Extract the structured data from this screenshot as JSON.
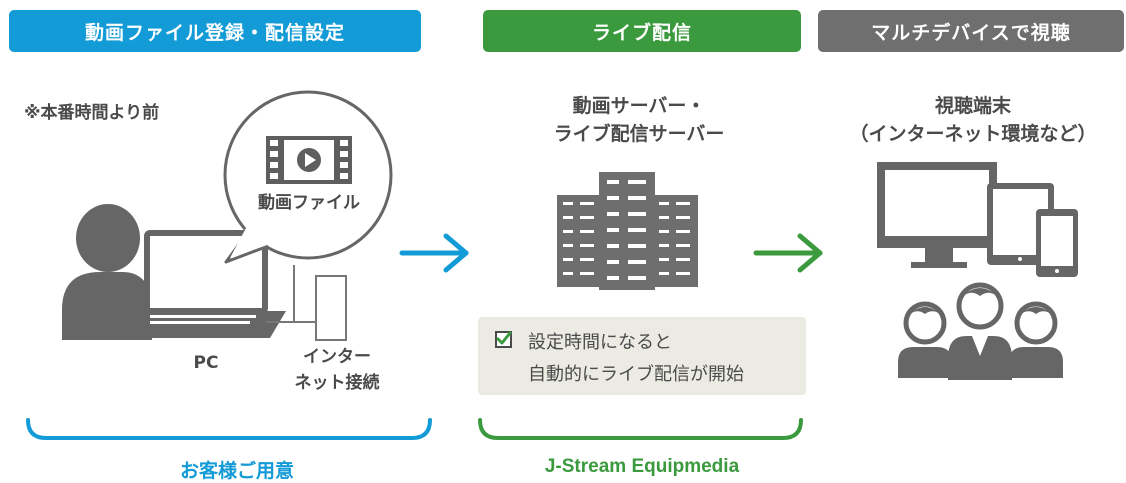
{
  "headers": {
    "upload": "動画ファイル登録・配信設定",
    "live": "ライブ配信",
    "viewing": "マルチデバイスで視聴"
  },
  "left": {
    "note": "※本番時間より前",
    "bubble_label": "動画ファイル",
    "pc_label": "PC",
    "internet_label_1": "インター",
    "internet_label_2": "ネット接続",
    "footer": "お客様ご用意"
  },
  "middle": {
    "title_1": "動画サーバー・",
    "title_2": "ライブ配信サーバー",
    "note_1": "設定時間になると",
    "note_2": "自動的にライブ配信が開始",
    "footer": "J-Stream Equipmedia"
  },
  "right": {
    "title_1": "視聴端末",
    "title_2": "（インターネット環境など）"
  },
  "colors": {
    "blue": "#139bd7",
    "green": "#3a9a3d",
    "gray_header": "#6f6f6f",
    "icon_gray": "#666666",
    "note_bg": "#ecebe3"
  }
}
